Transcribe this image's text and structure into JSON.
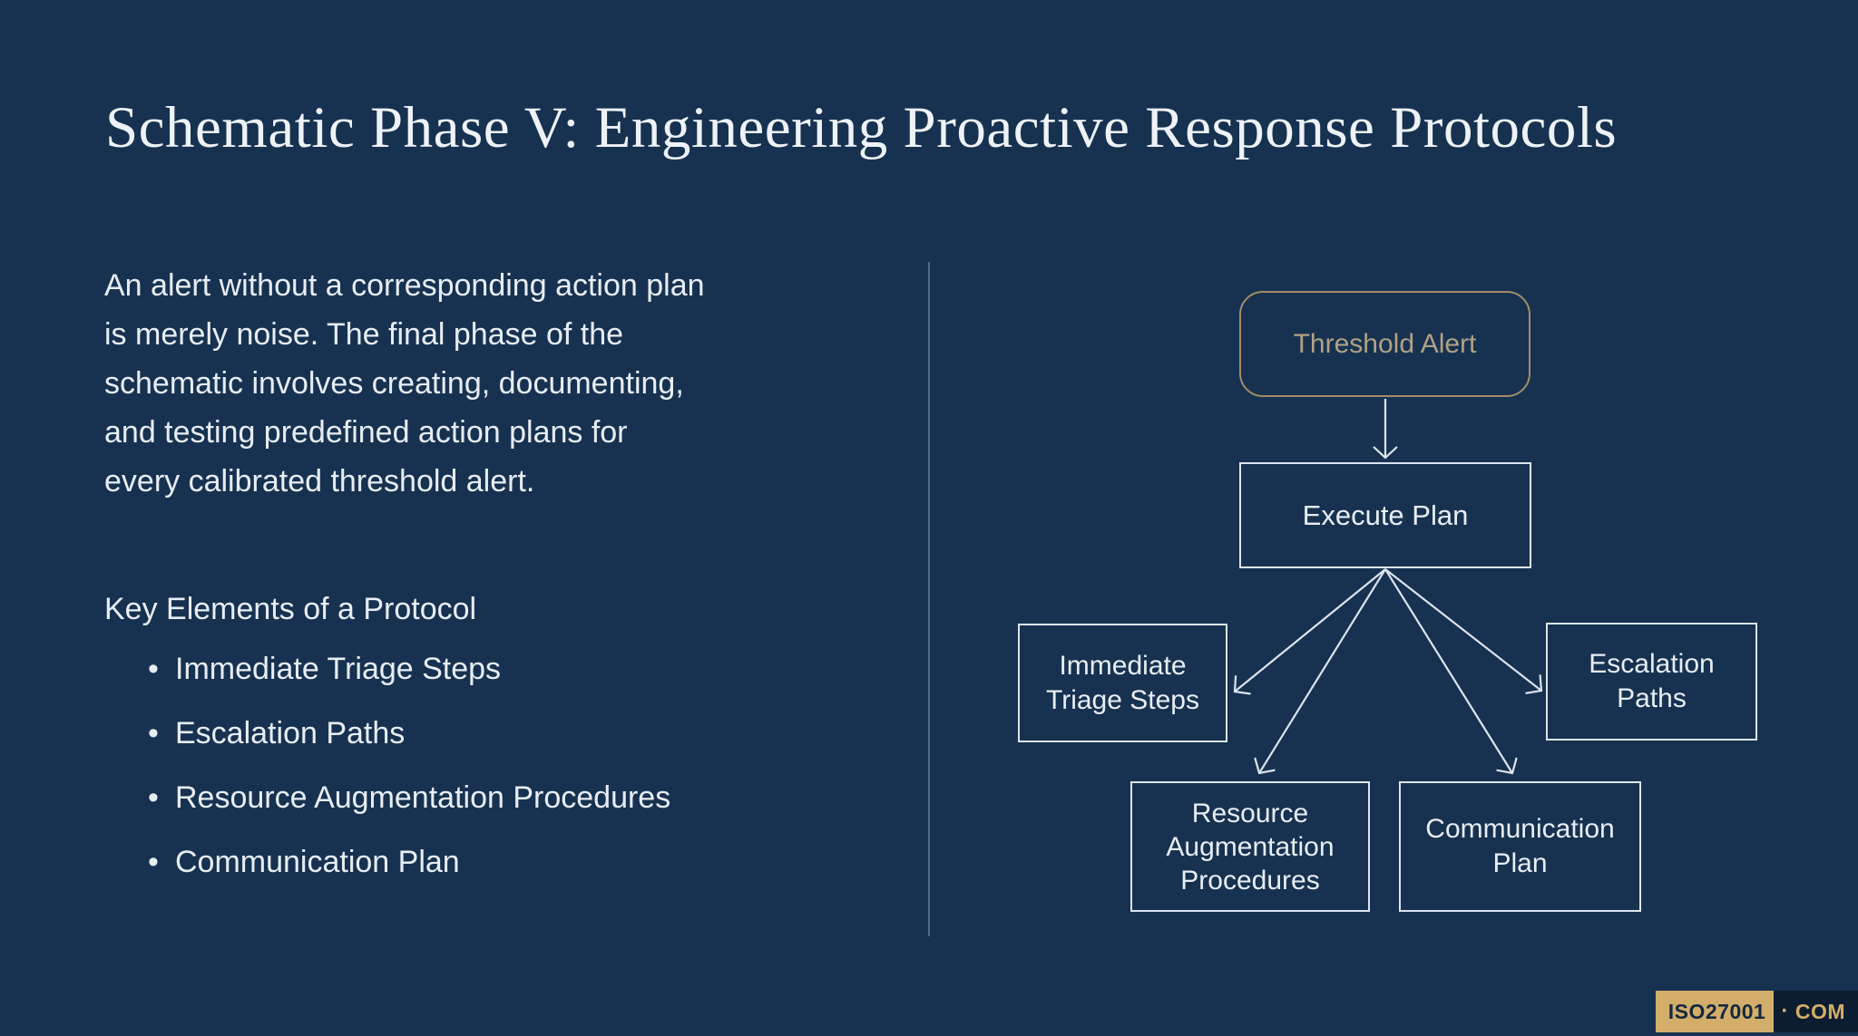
{
  "slide": {
    "title": "Schematic Phase V: Engineering Proactive Response Protocols",
    "paragraph_lines": [
      "An alert without a corresponding action plan",
      "is merely noise. The final phase of the",
      "schematic involves creating, documenting,",
      "and testing predefined action plans for",
      "every calibrated threshold alert."
    ],
    "list": {
      "heading": "Key Elements of a Protocol",
      "bullet_char": "•",
      "items": [
        "Immediate Triage Steps",
        "Escalation Paths",
        "Resource Augmentation Procedures",
        "Communication Plan"
      ]
    }
  },
  "flowchart": {
    "nodes": {
      "threshold": {
        "label": "Threshold Alert"
      },
      "execute": {
        "label": "Execute Plan"
      },
      "triage": {
        "label": "Immediate Triage Steps"
      },
      "escalation": {
        "label": "Escalation Paths"
      },
      "resource": {
        "label": "Resource Augmentation Procedures"
      },
      "communication": {
        "label": "Communication Plan"
      }
    }
  },
  "watermark": {
    "primary": "ISO27001",
    "separator": "·",
    "secondary": "COM"
  },
  "colors": {
    "bg": "#173250",
    "text": "#e8edf3",
    "gold_border": "#a38d68",
    "gold_text": "#b1a184",
    "node_border": "#dee5ee",
    "arrow": "#dce4ed",
    "badge_tan": "#d3ae6a",
    "badge_dark": "#0c1d31",
    "badge_text_dark": "#14293f",
    "divider": "#8b96a4"
  }
}
